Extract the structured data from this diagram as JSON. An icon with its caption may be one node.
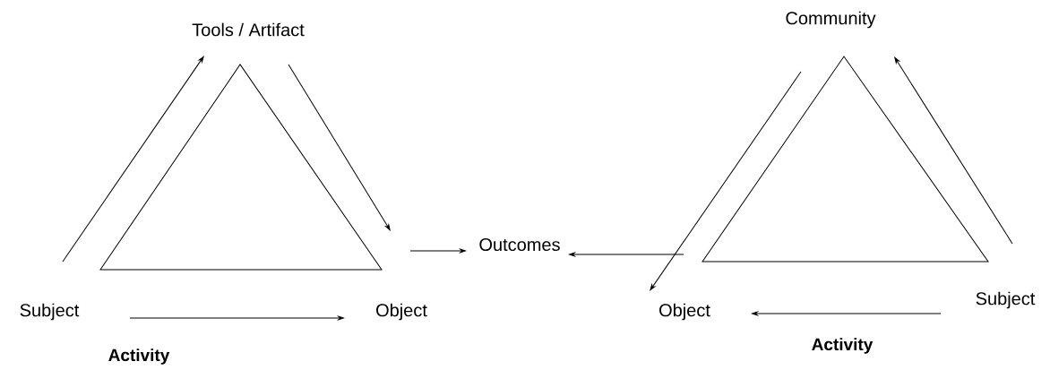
{
  "diagram": {
    "nodes": [
      {
        "text": [
          "Tools / Artifact"
        ]
      },
      {
        "text": [
          "Subject"
        ]
      },
      {
        "text": [
          "Object"
        ]
      },
      {
        "text": [
          "Outcomes"
        ]
      },
      {
        "text": [
          "Community"
        ]
      },
      {
        "text": [
          "Object"
        ]
      },
      {
        "text": [
          "Subject"
        ]
      }
    ],
    "edges": [
      {
        "from": 1,
        "to": 0,
        "arrow": "to"
      },
      {
        "from": 0,
        "to": 2,
        "arrow": "to"
      },
      {
        "from": 1,
        "to": 2,
        "arrow": "to"
      },
      {
        "from": 2,
        "to": 3,
        "arrow": "to"
      },
      {
        "from": 5,
        "to": 3,
        "arrow": "to"
      },
      {
        "from": 4,
        "to": 5,
        "arrow": "to"
      },
      {
        "from": 6,
        "to": 4,
        "arrow": "to"
      },
      {
        "from": 6,
        "to": 5,
        "arrow": "to"
      }
    ],
    "labels": [
      "Activity",
      "Activity"
    ]
  }
}
